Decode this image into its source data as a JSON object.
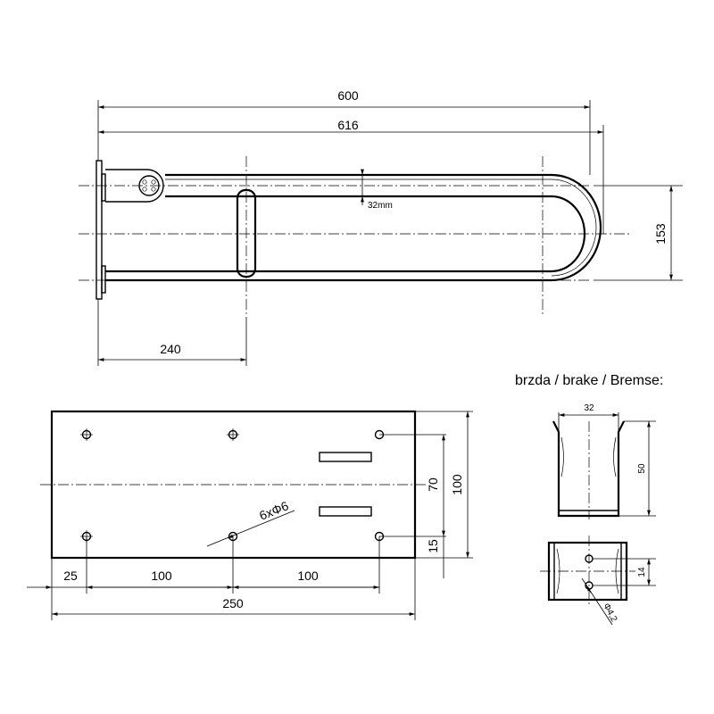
{
  "top_view": {
    "dims": {
      "length_600": "600",
      "length_616": "616",
      "tube_gap": "32mm",
      "height_153": "153",
      "brake_offset_240": "240"
    }
  },
  "plate_view": {
    "dims": {
      "holes": "6xΦ6",
      "height_70": "70",
      "height_100": "100",
      "offset_15": "15",
      "offset_25": "25",
      "spacing_100a": "100",
      "spacing_100b": "100",
      "width_250": "250"
    }
  },
  "brake_detail": {
    "title": "brzda / brake / Bremse:",
    "dims": {
      "width_32": "32",
      "height_50": "50",
      "height_14": "14",
      "hole_dia": "Φ4,2"
    }
  }
}
